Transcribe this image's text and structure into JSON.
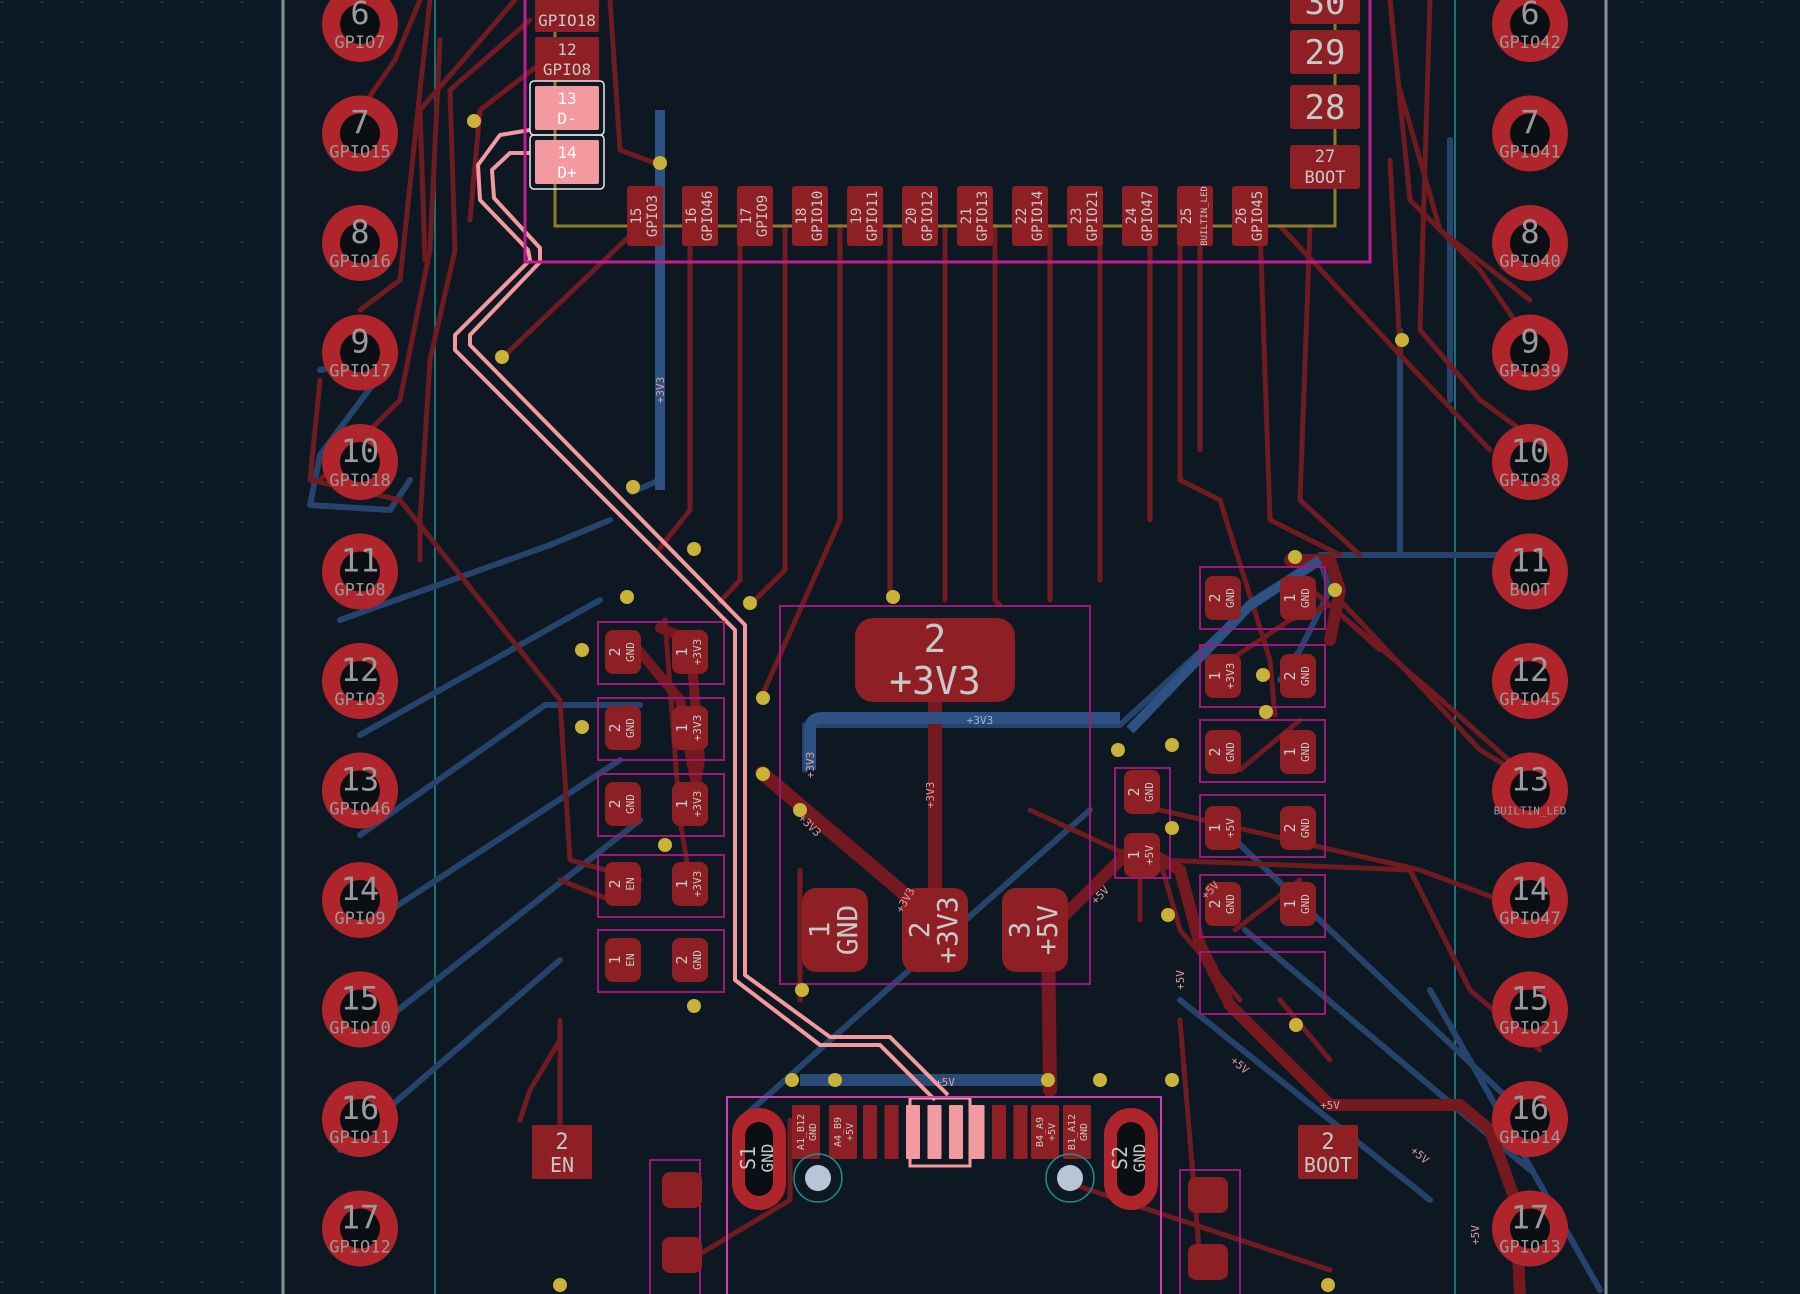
{
  "colors": {
    "background": "#0d1a28",
    "board_fill": "#0e1823",
    "board_edge": "#8a8f96",
    "copper_front": "#7a1f24",
    "copper_back": "#2a4a78",
    "pad": "#8e1f24",
    "pad_ring": "#b0252b",
    "drill": "#0b0f14",
    "via": "#c9b23a",
    "selected": "#f29aa0",
    "courtyard": "#c21d8e",
    "silk_label": "#c8c8c8",
    "net_label": "#3d5f8f",
    "fab": "#1fa6a6"
  },
  "left_header_pins": [
    {
      "num": "6",
      "name": "GPIO7"
    },
    {
      "num": "7",
      "name": "GPIO15"
    },
    {
      "num": "8",
      "name": "GPIO16"
    },
    {
      "num": "9",
      "name": "GPIO17"
    },
    {
      "num": "10",
      "name": "GPIO18"
    },
    {
      "num": "11",
      "name": "GPIO8"
    },
    {
      "num": "12",
      "name": "GPIO3"
    },
    {
      "num": "13",
      "name": "GPIO46"
    },
    {
      "num": "14",
      "name": "GPIO9"
    },
    {
      "num": "15",
      "name": "GPIO10"
    },
    {
      "num": "16",
      "name": "GPIO11"
    },
    {
      "num": "17",
      "name": "GPIO12"
    }
  ],
  "right_header_pins": [
    {
      "num": "6",
      "name": "GPIO42"
    },
    {
      "num": "7",
      "name": "GPIO41"
    },
    {
      "num": "8",
      "name": "GPIO40"
    },
    {
      "num": "9",
      "name": "GPIO39"
    },
    {
      "num": "10",
      "name": "GPIO38"
    },
    {
      "num": "11",
      "name": "BOOT"
    },
    {
      "num": "12",
      "name": "GPIO45"
    },
    {
      "num": "13",
      "name": "BUILTIN_LED"
    },
    {
      "num": "14",
      "name": "GPIO47"
    },
    {
      "num": "15",
      "name": "GPIO21"
    },
    {
      "num": "16",
      "name": "GPIO14"
    },
    {
      "num": "17",
      "name": "GPIO13"
    }
  ],
  "module_left_pads": [
    {
      "num": "",
      "name": "GPIO18"
    },
    {
      "num": "12",
      "name": "GPIO8"
    },
    {
      "num": "13",
      "name": "D-"
    },
    {
      "num": "14",
      "name": "D+"
    }
  ],
  "module_bottom_pads": [
    {
      "num": "15",
      "name": "GPIO3"
    },
    {
      "num": "16",
      "name": "GPIO46"
    },
    {
      "num": "17",
      "name": "GPIO9"
    },
    {
      "num": "18",
      "name": "GPIO10"
    },
    {
      "num": "19",
      "name": "GPIO11"
    },
    {
      "num": "20",
      "name": "GPIO12"
    },
    {
      "num": "21",
      "name": "GPIO13"
    },
    {
      "num": "22",
      "name": "GPIO14"
    },
    {
      "num": "23",
      "name": "GPIO21"
    },
    {
      "num": "24",
      "name": "GPIO47"
    },
    {
      "num": "25",
      "name": "BUILTIN_LED"
    },
    {
      "num": "26",
      "name": "GPIO45"
    }
  ],
  "module_right_pads": [
    {
      "num": "30",
      "name": ""
    },
    {
      "num": "29",
      "name": ""
    },
    {
      "num": "28",
      "name": ""
    },
    {
      "num": "27",
      "name": "BOOT"
    }
  ],
  "regulator": {
    "tab": {
      "num": "2",
      "name": "+3V3"
    },
    "pins": [
      {
        "num": "1",
        "name": "GND"
      },
      {
        "num": "2",
        "name": "+3V3"
      },
      {
        "num": "3",
        "name": "+5V"
      }
    ]
  },
  "small_pads": [
    {
      "num": "2",
      "name": "GND"
    },
    {
      "num": "1",
      "name": "+3V3"
    },
    {
      "num": "2",
      "name": "GND"
    },
    {
      "num": "1",
      "name": "+3V3"
    },
    {
      "num": "2",
      "name": "GND"
    },
    {
      "num": "1",
      "name": "+3V3"
    },
    {
      "num": "2",
      "name": "EN"
    },
    {
      "num": "1",
      "name": "+3V3"
    },
    {
      "num": "1",
      "name": "EN"
    },
    {
      "num": "2",
      "name": "GND"
    },
    {
      "num": "2",
      "name": "GND"
    },
    {
      "num": "1",
      "name": "+5V"
    },
    {
      "num": "2",
      "name": "GND"
    },
    {
      "num": "1",
      "name": "GND"
    },
    {
      "num": "1",
      "name": "+3V3"
    },
    {
      "num": "2",
      "name": "GND"
    },
    {
      "num": "2",
      "name": "GND"
    },
    {
      "num": "1",
      "name": "GND"
    },
    {
      "num": "1",
      "name": "+5V"
    },
    {
      "num": "2",
      "name": "GND"
    },
    {
      "num": "2",
      "name": "GND"
    },
    {
      "num": "1",
      "name": "GND"
    }
  ],
  "buttons": [
    {
      "num": "2",
      "name": "EN"
    },
    {
      "num": "2",
      "name": "BOOT"
    }
  ],
  "usb": {
    "shield_left": {
      "num": "S1",
      "name": "GND"
    },
    "shield_right": {
      "num": "S2",
      "name": "GND"
    },
    "pads": [
      {
        "num": "A1_B12",
        "name": "GND"
      },
      {
        "num": "A4_B9",
        "name": "+5V"
      },
      {
        "num": "B4_A9",
        "name": "+5V"
      },
      {
        "num": "B1_A12",
        "name": "GND"
      }
    ]
  },
  "net_labels": [
    "+3V3",
    "+3V3",
    "+3V3",
    "+3V3",
    "+3V3",
    "+3V3",
    "+5V",
    "+5V",
    "+5V",
    "+5V",
    "+5V",
    "+5V",
    "+5V",
    "+5V"
  ]
}
